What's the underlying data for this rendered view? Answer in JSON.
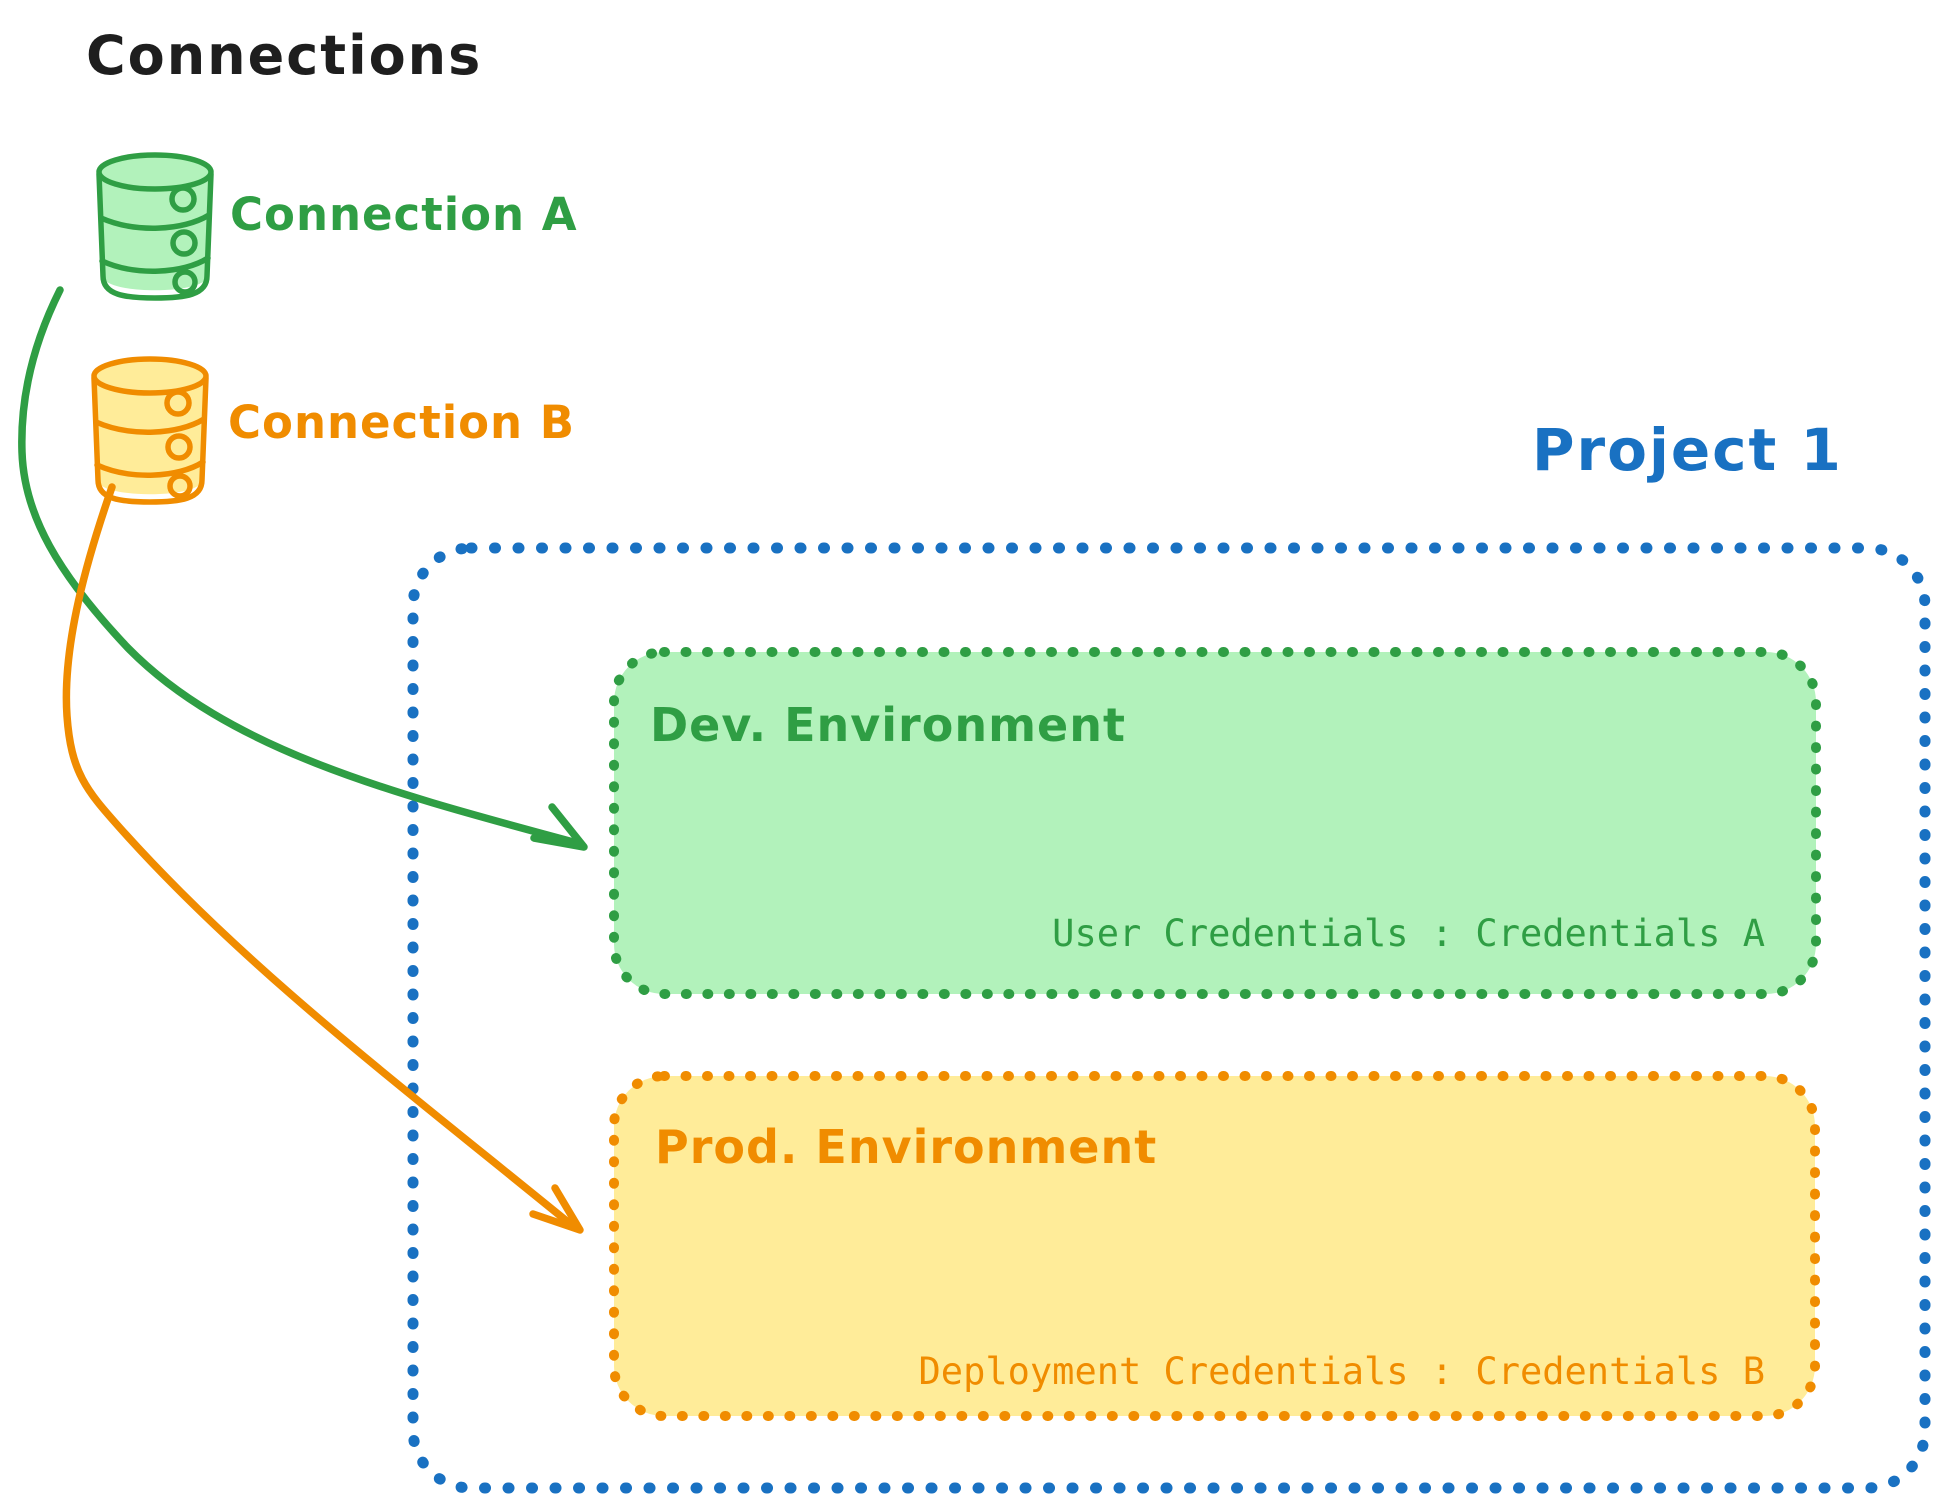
{
  "diagram": {
    "title": "Connections",
    "connections": [
      {
        "label": "Connection A",
        "icon": "database-icon",
        "stroke": "#2f9e44",
        "fill": "#b2f2bb"
      },
      {
        "label": "Connection B",
        "icon": "database-icon",
        "stroke": "#f08c00",
        "fill": "#ffec99"
      }
    ],
    "project": {
      "title": "Project 1",
      "border_color": "#1971c2",
      "environments": [
        {
          "title": "Dev. Environment",
          "credentials": "User Credentials : Credentials A",
          "stroke": "#2f9e44",
          "fill": "#b2f2bb"
        },
        {
          "title": "Prod. Environment",
          "credentials": "Deployment Credentials : Credentials B",
          "stroke": "#f08c00",
          "fill": "#ffec99"
        }
      ]
    },
    "colors": {
      "title_text": "#1e1e1e",
      "green": "#2f9e44",
      "green_light": "#b2f2bb",
      "orange": "#f08c00",
      "orange_light": "#ffec99",
      "blue": "#1971c2",
      "background": "#ffffff"
    }
  }
}
